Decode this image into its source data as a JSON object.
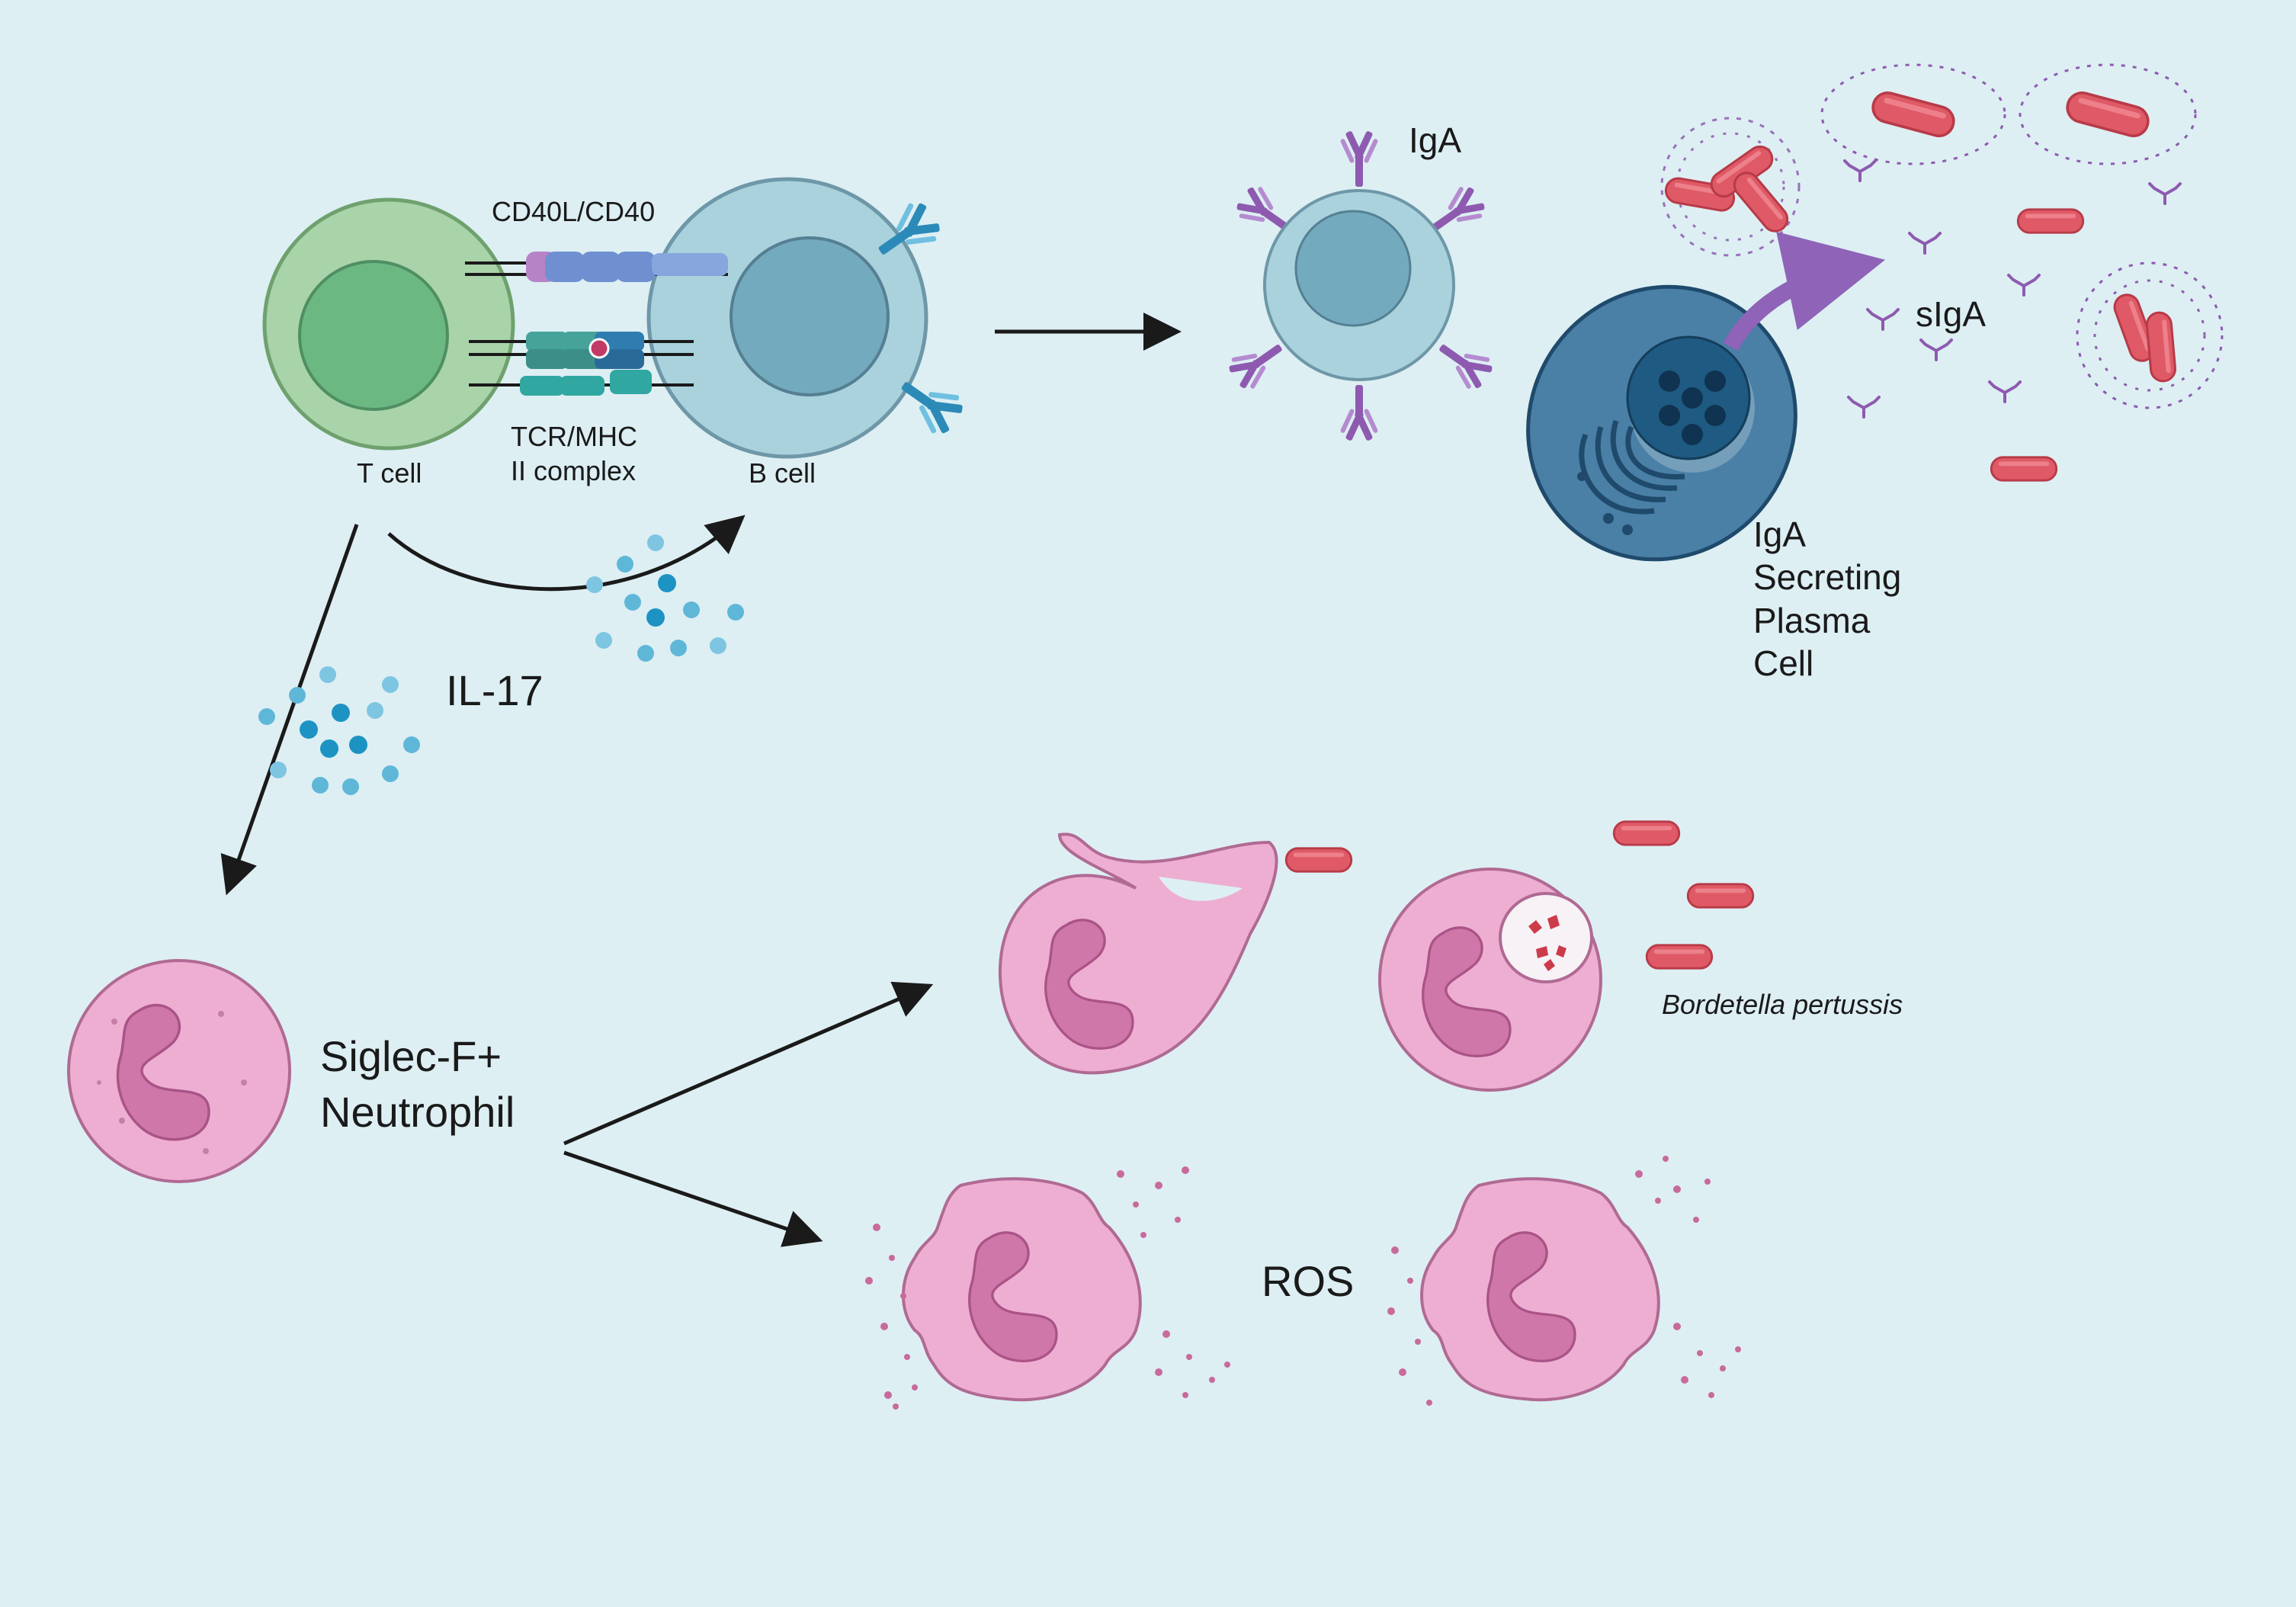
{
  "labels": {
    "cd40": "CD40L/CD40",
    "tcr_line1": "TCR/MHC",
    "tcr_line2": "II complex",
    "t_cell": "T cell",
    "b_cell": "B cell",
    "iga": "IgA",
    "siga": "sIgA",
    "plasma_line1": "IgA",
    "plasma_line2": "Secreting",
    "plasma_line3": "Plasma",
    "plasma_line4": "Cell",
    "il17": "IL-17",
    "neutrophil_line1": "Siglec-F+",
    "neutrophil_line2": "Neutrophil",
    "ros": "ROS",
    "bacterium": "Bordetella pertussis"
  },
  "colors": {
    "background": "#ddeff3",
    "t_cell": "#a9d3a9",
    "b_cell": "#a9d2dd",
    "plasma_cell": "#4a7fa6",
    "neutrophil": "#eeaed2",
    "neutrophil_nucleus": "#cf77a8",
    "bacterium": "#df5a66",
    "antibody_iga": "#8e5ab0",
    "antibody_bcr": "#2c8ab8",
    "cytokine": "#5fb7d8",
    "arrow": "#1a1a1a",
    "secretion_arrow": "#8e63b8"
  },
  "icons": [
    "t-cell-icon",
    "b-cell-icon",
    "iga-b-cell-icon",
    "plasma-cell-icon",
    "neutrophil-icon",
    "bacterium-icon",
    "antibody-icon",
    "cytokine-icon"
  ]
}
